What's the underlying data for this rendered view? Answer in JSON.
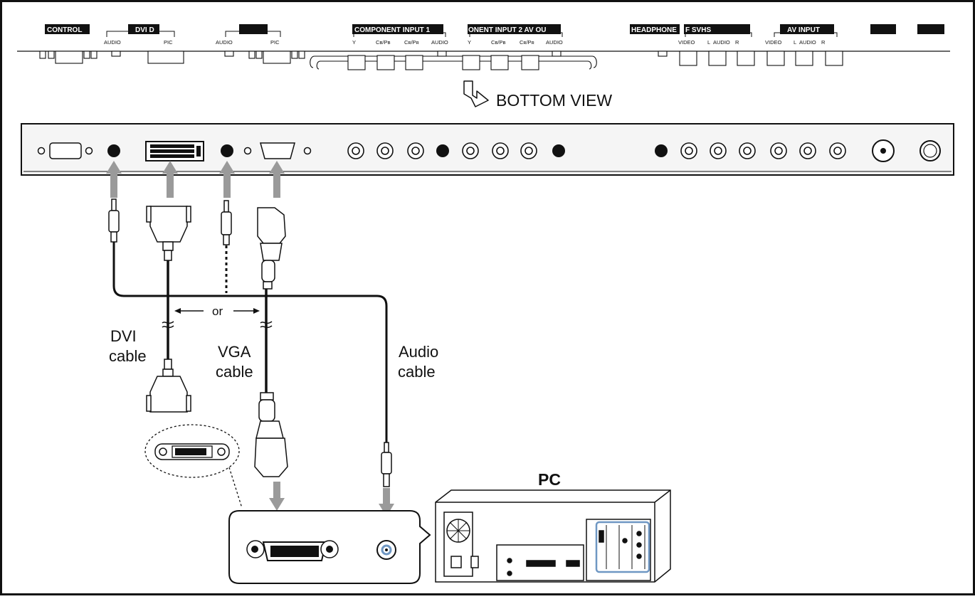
{
  "top_strip": {
    "headers": {
      "control": "CONTROL",
      "dvi": "DVI D",
      "rgb": "",
      "component1": "COMPONENT INPUT 1",
      "component2": "ONENT INPUT 2 AV OU",
      "headphone": "HEADPHONE",
      "svhs": "F SVHS",
      "av_input": "AV INPUT",
      "blank_a": "",
      "blank_b": ""
    },
    "sublabels": {
      "dvi_audio": "AUDIO",
      "dvi_pic": "PIC",
      "rgb_audio": "AUDIO",
      "rgb_pic": "PIC",
      "c1_y": "Y",
      "c1_cb": "Cʙ/Pʙ",
      "c1_cr": "Cʀ/Pʀ",
      "c1_audio": "AUDIO",
      "c2_y": "Y",
      "c2_cb": "Cʙ/Pʙ",
      "c2_cr": "Cʀ/Pʀ",
      "c2_audio": "AUDIO",
      "svhs_video": "VIDEO",
      "svhs_l": "L",
      "svhs_audio": "AUDIO",
      "svhs_r": "R",
      "av_video": "VIDEO",
      "av_l": "L",
      "av_audio": "AUDIO",
      "av_r": "R"
    }
  },
  "view_label": "BOTTOM VIEW",
  "labels": {
    "or": "or",
    "dvi_cable_1": "DVI",
    "dvi_cable_2": "cable",
    "vga_cable_1": "VGA",
    "vga_cable_2": "cable",
    "audio_cable_1": "Audio",
    "audio_cable_2": "cable",
    "pc": "PC"
  },
  "colors": {
    "line": "#111111",
    "arrow": "#9a9a9a",
    "panel": "#f5f5f5",
    "highlight": "#6f97c3"
  },
  "icons": [
    "bottom-view-arrow-icon",
    "dvi-connector-icon",
    "vga-connector-icon",
    "audio-jack-icon",
    "pc-icon",
    "fan-icon"
  ]
}
